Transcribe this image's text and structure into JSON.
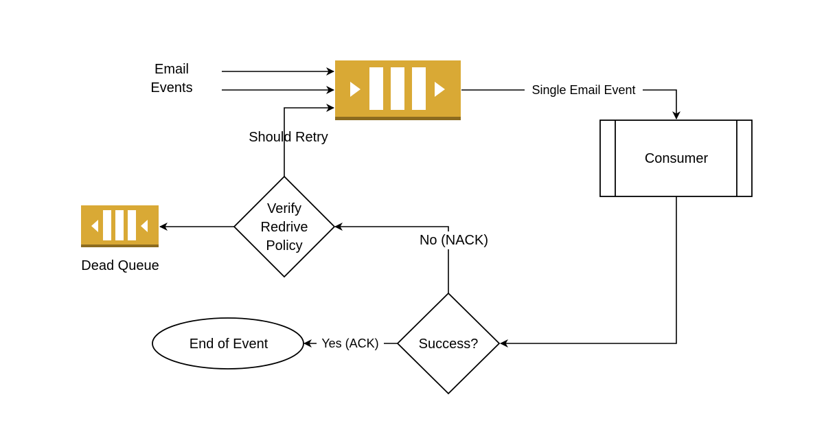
{
  "nodes": {
    "email_events": {
      "line1": "Email",
      "line2": "Events"
    },
    "consumer": {
      "label": "Consumer"
    },
    "verify": {
      "line1": "Verify",
      "line2": "Redrive",
      "line3": "Policy"
    },
    "dead_queue": {
      "label": "Dead Queue"
    },
    "success": {
      "label": "Success?"
    },
    "end_event": {
      "label": "End of Event"
    }
  },
  "edges": {
    "single_email_event": "Single Email Event",
    "should_retry": "Should Retry",
    "no_nack": "No (NACK)",
    "yes_ack": "Yes (ACK)"
  },
  "colors": {
    "queue_fill": "#D9A935",
    "queue_shadow": "#8C6B1F",
    "line": "#000000",
    "background": "#ffffff"
  },
  "icons": {
    "main_queue": "sqs-queue-icon",
    "dead_queue": "sqs-dead-letter-queue-icon"
  }
}
